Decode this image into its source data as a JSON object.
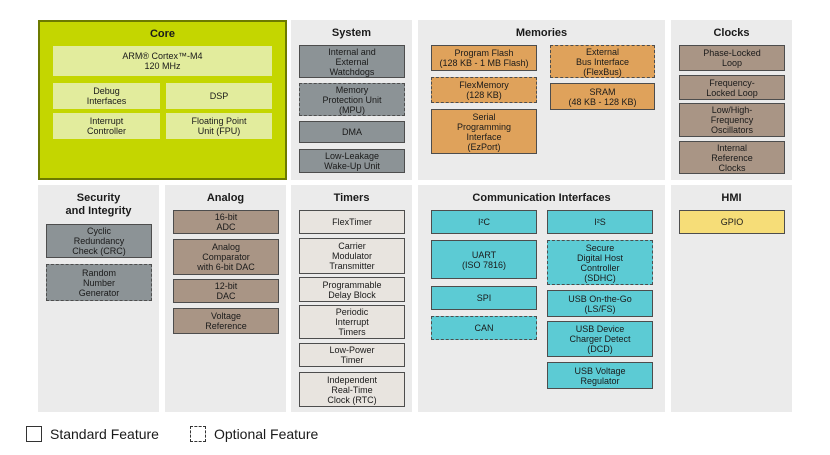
{
  "panels": {
    "core": {
      "title": "Core",
      "arm": "ARM® Cortex™-M4\n120 MHz",
      "debug": "Debug\nInterfaces",
      "dsp": "DSP",
      "interrupt": "Interrupt\nController",
      "fpu": "Floating Point\nUnit (FPU)"
    },
    "system": {
      "title": "System",
      "watchdogs": "Internal and\nExternal\nWatchdogs",
      "mpu": "Memory\nProtection Unit\n(MPU)",
      "dma": "DMA",
      "llwu": "Low-Leakage\nWake-Up Unit"
    },
    "memories": {
      "title": "Memories",
      "flash": "Program Flash\n(128 KB - 1 MB Flash)",
      "flexbus": "External\nBus Interface\n(FlexBus)",
      "flexmemory": "FlexMemory\n(128 KB)",
      "sram": "SRAM\n(48 KB - 128 KB)",
      "ezport": "Serial\nProgramming\nInterface\n(EzPort)"
    },
    "clocks": {
      "title": "Clocks",
      "pll": "Phase-Locked\nLoop",
      "fll": "Frequency-\nLocked Loop",
      "osc": "Low/High-\nFrequency\nOscillators",
      "irc": "Internal\nReference\nClocks"
    },
    "security": {
      "title": "Security\nand Integrity",
      "crc": "Cyclic\nRedundancy\nCheck (CRC)",
      "rng": "Random\nNumber\nGenerator"
    },
    "analog": {
      "title": "Analog",
      "adc": "16-bit\nADC",
      "comparator": "Analog\nComparator\nwith 6-bit DAC",
      "dac": "12-bit\nDAC",
      "vref": "Voltage\nReference"
    },
    "timers": {
      "title": "Timers",
      "flextimer": "FlexTimer",
      "cmt": "Carrier\nModulator\nTransmitter",
      "pdb": "Programmable\nDelay Block",
      "pit": "Periodic\nInterrupt\nTimers",
      "lpt": "Low-Power\nTimer",
      "rtc": "Independent\nReal-Time\nClock (RTC)"
    },
    "comm": {
      "title": "Communication Interfaces",
      "i2c": "I²C",
      "i2s": "I²S",
      "uart": "UART\n(ISO 7816)",
      "sdhc": "Secure\nDigital Host\nController\n(SDHC)",
      "spi": "SPI",
      "usbotg": "USB On-the-Go\n(LS/FS)",
      "can": "CAN",
      "usbdcd": "USB Device\nCharger Detect\n(DCD)",
      "usbvreg": "USB Voltage\nRegulator"
    },
    "hmi": {
      "title": "HMI",
      "gpio": "GPIO"
    }
  },
  "legend": {
    "standard": "Standard Feature",
    "optional": "Optional Feature"
  }
}
